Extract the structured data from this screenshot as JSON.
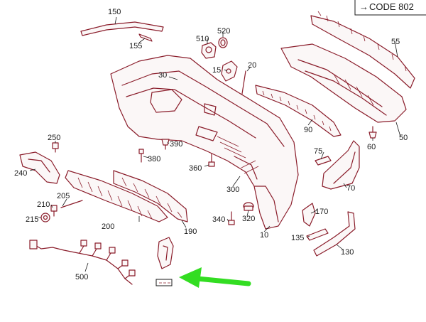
{
  "code_badge": {
    "arrow": "→",
    "text": "CODE 802"
  },
  "parts": {
    "p10": "10",
    "p20": "20",
    "p30": "30",
    "p50": "50",
    "p55": "55",
    "p60": "60",
    "p70": "70",
    "p75": "75",
    "p90": "90",
    "p130": "130",
    "p135": "135",
    "p150": "150",
    "p155": "155",
    "p170": "170",
    "p190": "190",
    "p200": "200",
    "p205": "205",
    "p210": "210",
    "p215": "215",
    "p240": "240",
    "p250": "250",
    "p300": "300",
    "p320": "320",
    "p340": "340",
    "p360": "360",
    "p380": "380",
    "p390": "390",
    "p500": "500",
    "p510": "510",
    "p520": "520"
  },
  "colors": {
    "outline": "#8a1c2a",
    "highlight_arrow": "#33dd22",
    "text": "#1a1a1a"
  }
}
